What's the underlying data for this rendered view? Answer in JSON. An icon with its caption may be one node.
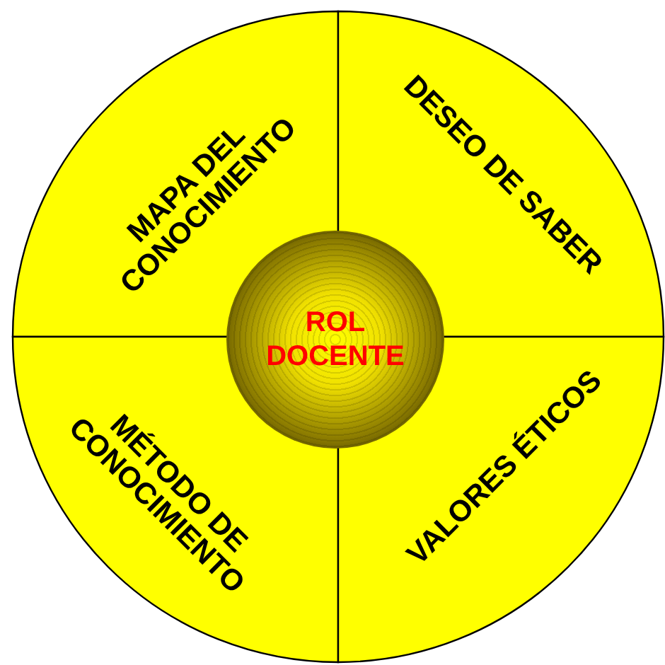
{
  "diagram": {
    "nodes": [
      {
        "text": [
          "MAPA DEL CONOCIMIENTO"
        ]
      },
      {
        "text": [
          "DESEO DE SABER"
        ]
      },
      {
        "text": [
          "MÉTODO DE CONOCIMIENTO"
        ]
      },
      {
        "text": [
          "VALORES ÉTICOS"
        ]
      },
      {
        "text": [
          "ROL DOCENTE"
        ]
      }
    ]
  }
}
